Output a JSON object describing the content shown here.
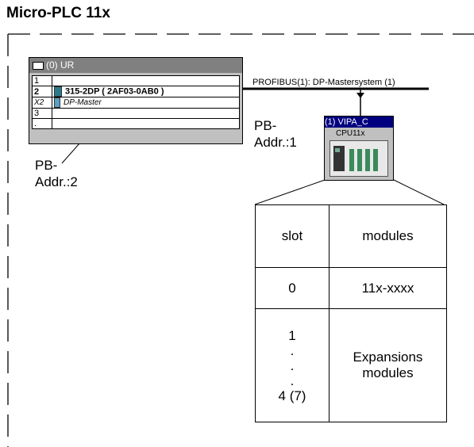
{
  "title": "Micro-PLC 11x",
  "rack": {
    "window_title": "(0) UR",
    "rows": [
      {
        "slot": "1",
        "module": ""
      },
      {
        "slot": "2",
        "module": "315-2DP  ( 2AF03-0AB0 )"
      },
      {
        "slot": "X2",
        "module": "DP-Master"
      },
      {
        "slot": "3",
        "module": ""
      },
      {
        "slot": ".",
        "module": ""
      }
    ]
  },
  "bus": {
    "label": "PROFIBUS(1): DP-Mastersystem (1)"
  },
  "slave": {
    "title": "(1) VIPA_C",
    "subtitle": "CPU11x"
  },
  "pb_addr_1": [
    "PB-",
    "Addr.:1"
  ],
  "pb_addr_2": [
    "PB-",
    "Addr.:2"
  ],
  "module_table": {
    "headers": [
      "slot",
      "modules"
    ],
    "rows": [
      {
        "slot": "0",
        "module": "11x-xxxx"
      },
      {
        "slot_lines": [
          "1",
          ".",
          ".",
          ".",
          "4 (7)"
        ],
        "module_lines": [
          "Expansions",
          "modules"
        ]
      }
    ]
  }
}
